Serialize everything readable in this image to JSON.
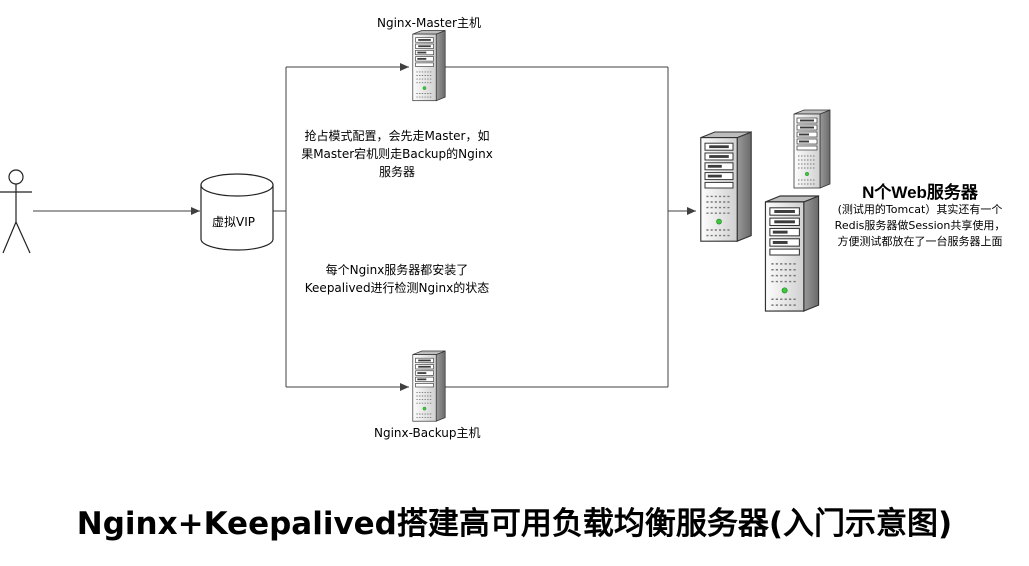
{
  "diagram": {
    "vip_label": "虚拟VIP",
    "master_label": "Nginx-Master主机",
    "backup_label": "Nginx-Backup主机",
    "note_preempt": [
      "抢占模式配置，会先走Master，如",
      "果Master宕机则走Backup的Nginx",
      "服务器"
    ],
    "note_keepalived": [
      "每个Nginx服务器都安装了",
      "Keepalived进行检测Nginx的状态"
    ],
    "web_title": "N个Web服务器",
    "web_desc": [
      "(测试用的Tomcat）其实还有一个",
      "Redis服务器做Session共享使用，",
      "方便测试都放在了一台服务器上面"
    ]
  },
  "title": "Nginx+Keepalived搭建高可用负载均衡服务器(入门示意图)",
  "colors": {
    "line": "#404040",
    "server_light": "#e6e6e6",
    "server_dark": "#3c3c3c",
    "led_green": "#3cc83c"
  },
  "icons": [
    "user-actor-icon",
    "database-cylinder-icon",
    "server-tower-icon"
  ]
}
